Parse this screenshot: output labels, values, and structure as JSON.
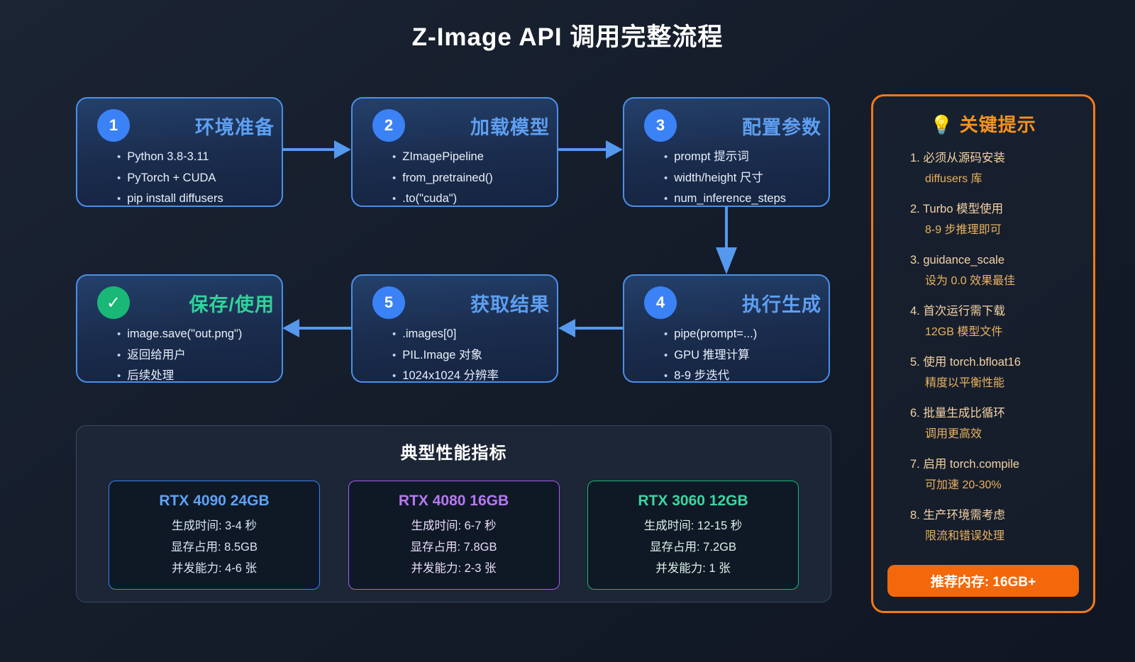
{
  "page": {
    "title": "Z-Image API 调用完整流程"
  },
  "flow": {
    "steps": [
      {
        "num": "1",
        "title": "环境准备",
        "bullets": [
          "Python 3.8-3.11",
          "PyTorch + CUDA",
          "pip install diffusers"
        ]
      },
      {
        "num": "2",
        "title": "加载模型",
        "bullets": [
          "ZImagePipeline",
          "from_pretrained()",
          ".to(\"cuda\")"
        ]
      },
      {
        "num": "3",
        "title": "配置参数",
        "bullets": [
          "prompt 提示词",
          "width/height 尺寸",
          "num_inference_steps"
        ]
      },
      {
        "num": "4",
        "title": "执行生成",
        "bullets": [
          "pipe(prompt=...)",
          "GPU 推理计算",
          "8-9 步迭代"
        ]
      },
      {
        "num": "5",
        "title": "获取结果",
        "bullets": [
          ".images[0]",
          "PIL.Image 对象",
          "1024x1024 分辨率"
        ]
      },
      {
        "num": "✓",
        "title": "保存/使用",
        "bullets": [
          "image.save(\"out.png\")",
          "返回给用户",
          "后续处理"
        ]
      }
    ]
  },
  "performance": {
    "title": "典型性能指标",
    "cards": [
      {
        "name": "RTX 4090 24GB",
        "rows": [
          "生成时间: 3-4 秒",
          "显存占用: 8.5GB",
          "并发能力: 4-6 张"
        ]
      },
      {
        "name": "RTX 4080 16GB",
        "rows": [
          "生成时间: 6-7 秒",
          "显存占用: 7.8GB",
          "并发能力: 2-3 张"
        ]
      },
      {
        "name": "RTX 3060 12GB",
        "rows": [
          "生成时间: 12-15 秒",
          "显存占用: 7.2GB",
          "并发能力: 1 张"
        ]
      }
    ]
  },
  "tips": {
    "icon": "💡",
    "title": "关键提示",
    "items": [
      {
        "line1": "1. 必须从源码安装",
        "line2": "diffusers 库"
      },
      {
        "line1": "2. Turbo 模型使用",
        "line2": "8-9 步推理即可"
      },
      {
        "line1": "3. guidance_scale",
        "line2": "设为 0.0 效果最佳"
      },
      {
        "line1": "4. 首次运行需下载",
        "line2": "12GB 模型文件"
      },
      {
        "line1": "5. 使用 torch.bfloat16",
        "line2": "精度以平衡性能"
      },
      {
        "line1": "6. 批量生成比循环",
        "line2": "调用更高效"
      },
      {
        "line1": "7. 启用 torch.compile",
        "line2": "可加速 20-30%"
      },
      {
        "line1": "8. 生产环境需考虑",
        "line2": "限流和错误处理"
      }
    ],
    "button": "推荐内存: 16GB+"
  },
  "colors": {
    "accent-blue": "#3b82f6",
    "accent-purple": "#a55cf0",
    "accent-green": "#19b877",
    "accent-orange": "#f27a16",
    "button-orange": "#f2680a",
    "box-border": "#4a90e8",
    "title-blue": "#5d9ff2",
    "title-green": "#2fd39b",
    "arrow": "#5599ee",
    "tip-text": "#f3d1a3",
    "tip-subtext": "#eab25f"
  }
}
